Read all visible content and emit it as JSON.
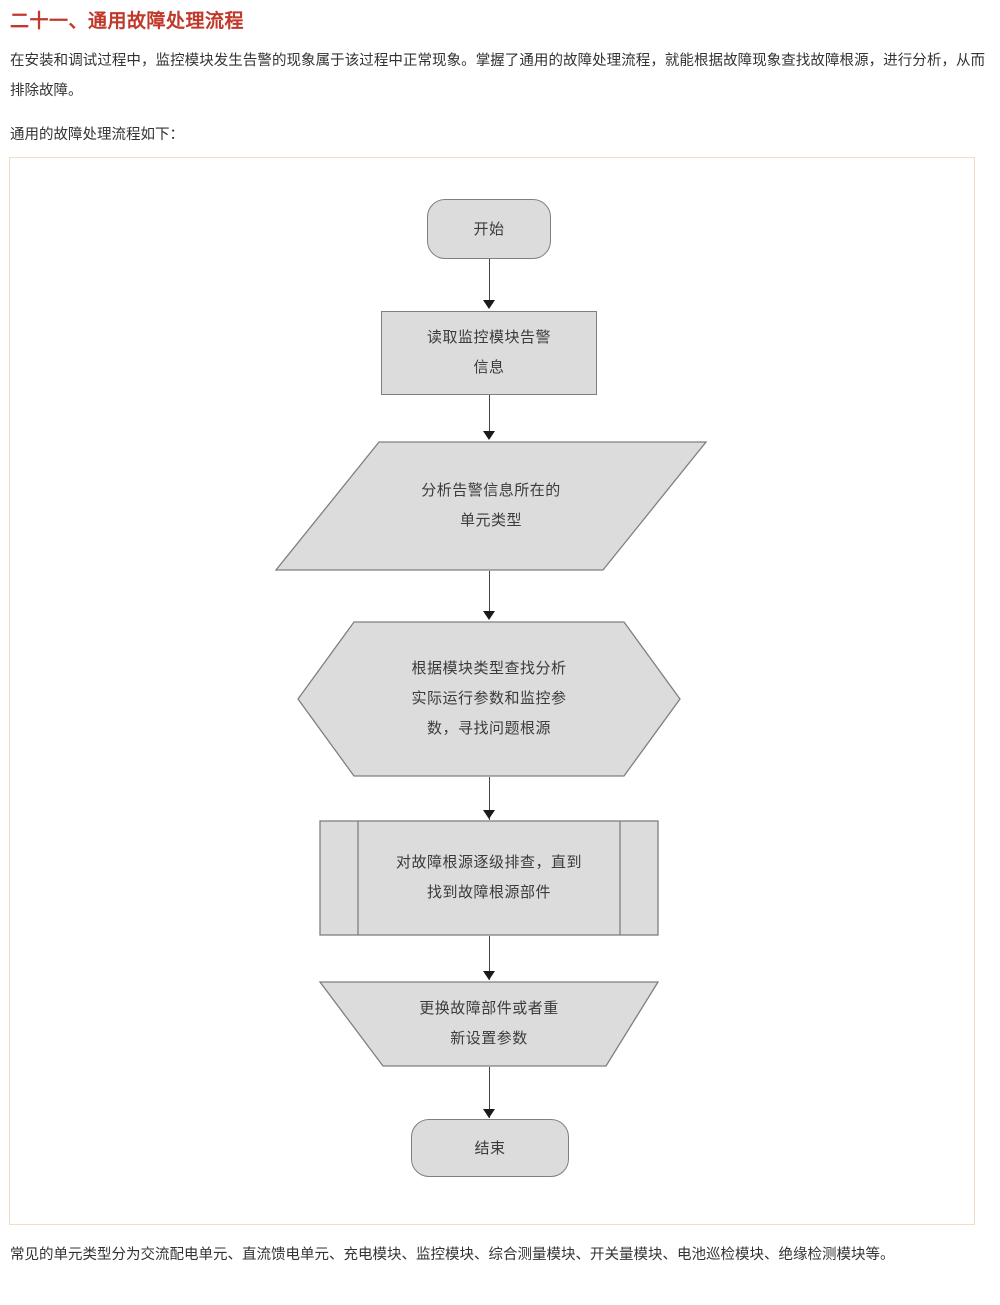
{
  "document": {
    "section_title": "二十一、通用故障处理流程",
    "intro_paragraph": "在安装和调试过程中，监控模块发生告警的现象属于该过程中正常现象。掌握了通用的故障处理流程，就能根据故障现象查找故障根源，进行分析，从而排除故障。",
    "lead_in": "通用的故障处理流程如下：",
    "outro_paragraph": "常见的单元类型分为交流配电单元、直流馈电单元、充电模块、监控模块、综合测量模块、开关量模块、电池巡检模块、绝缘检测模块等。"
  },
  "colors": {
    "title_red": "#c0392b",
    "body_text": "#333333",
    "shape_fill": "#dcdcdc",
    "shape_stroke": "#7f7f7f",
    "connector": "#444444",
    "frame_border": "#f0dfc4"
  },
  "flowchart": {
    "title": "通用故障处理流程",
    "direction": "top-to-bottom",
    "nodes": [
      {
        "id": "start",
        "shape": "terminator",
        "label": "开始"
      },
      {
        "id": "read",
        "shape": "process",
        "label": "读取监控模块告警信息"
      },
      {
        "id": "analyze",
        "shape": "parallelogram",
        "label": "分析告警信息所在的单元类型"
      },
      {
        "id": "lookup",
        "shape": "hexagon",
        "label": "根据模块类型查找分析实际运行参数和监控参数，寻找问题根源"
      },
      {
        "id": "trace",
        "shape": "predefined-process",
        "label": "对故障根源逐级排查，直到找到故障根源部件"
      },
      {
        "id": "fix",
        "shape": "trapezoid",
        "label": "更换故障部件或者重新设置参数"
      },
      {
        "id": "end",
        "shape": "terminator",
        "label": "结束"
      }
    ],
    "node_lines": {
      "start": [
        "开始"
      ],
      "read": [
        "读取监控模块告警",
        "信息"
      ],
      "analyze": [
        "分析告警信息所在的",
        "单元类型"
      ],
      "lookup": [
        "根据模块类型查找分析",
        "实际运行参数和监控参",
        "数，寻找问题根源"
      ],
      "trace": [
        "对故障根源逐级排查，直到",
        "找到故障根源部件"
      ],
      "fix": [
        "更换故障部件或者重",
        "新设置参数"
      ],
      "end": [
        "结束"
      ]
    },
    "edges": [
      {
        "from": "start",
        "to": "read"
      },
      {
        "from": "read",
        "to": "analyze"
      },
      {
        "from": "analyze",
        "to": "lookup"
      },
      {
        "from": "lookup",
        "to": "trace"
      },
      {
        "from": "trace",
        "to": "fix"
      },
      {
        "from": "fix",
        "to": "end"
      }
    ]
  }
}
